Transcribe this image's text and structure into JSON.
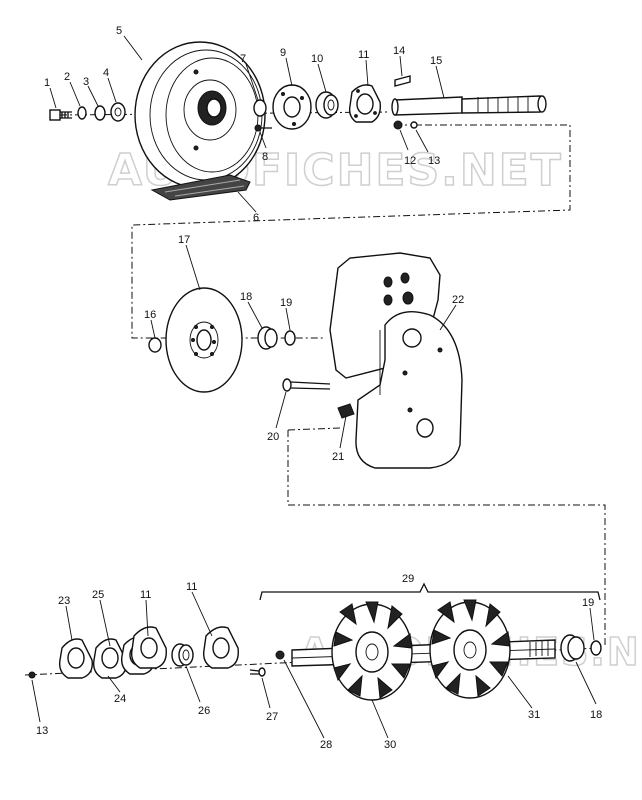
{
  "watermark": "AUTOFICHES.NET",
  "callouts": [
    "1",
    "2",
    "3",
    "4",
    "5",
    "6",
    "7",
    "8",
    "9",
    "10",
    "11",
    "12",
    "13",
    "14",
    "15",
    "16",
    "17",
    "18",
    "19",
    "20",
    "21",
    "22",
    "23",
    "24",
    "25",
    "11",
    "26",
    "11",
    "27",
    "28",
    "29",
    "30",
    "31",
    "18",
    "19",
    "13"
  ]
}
